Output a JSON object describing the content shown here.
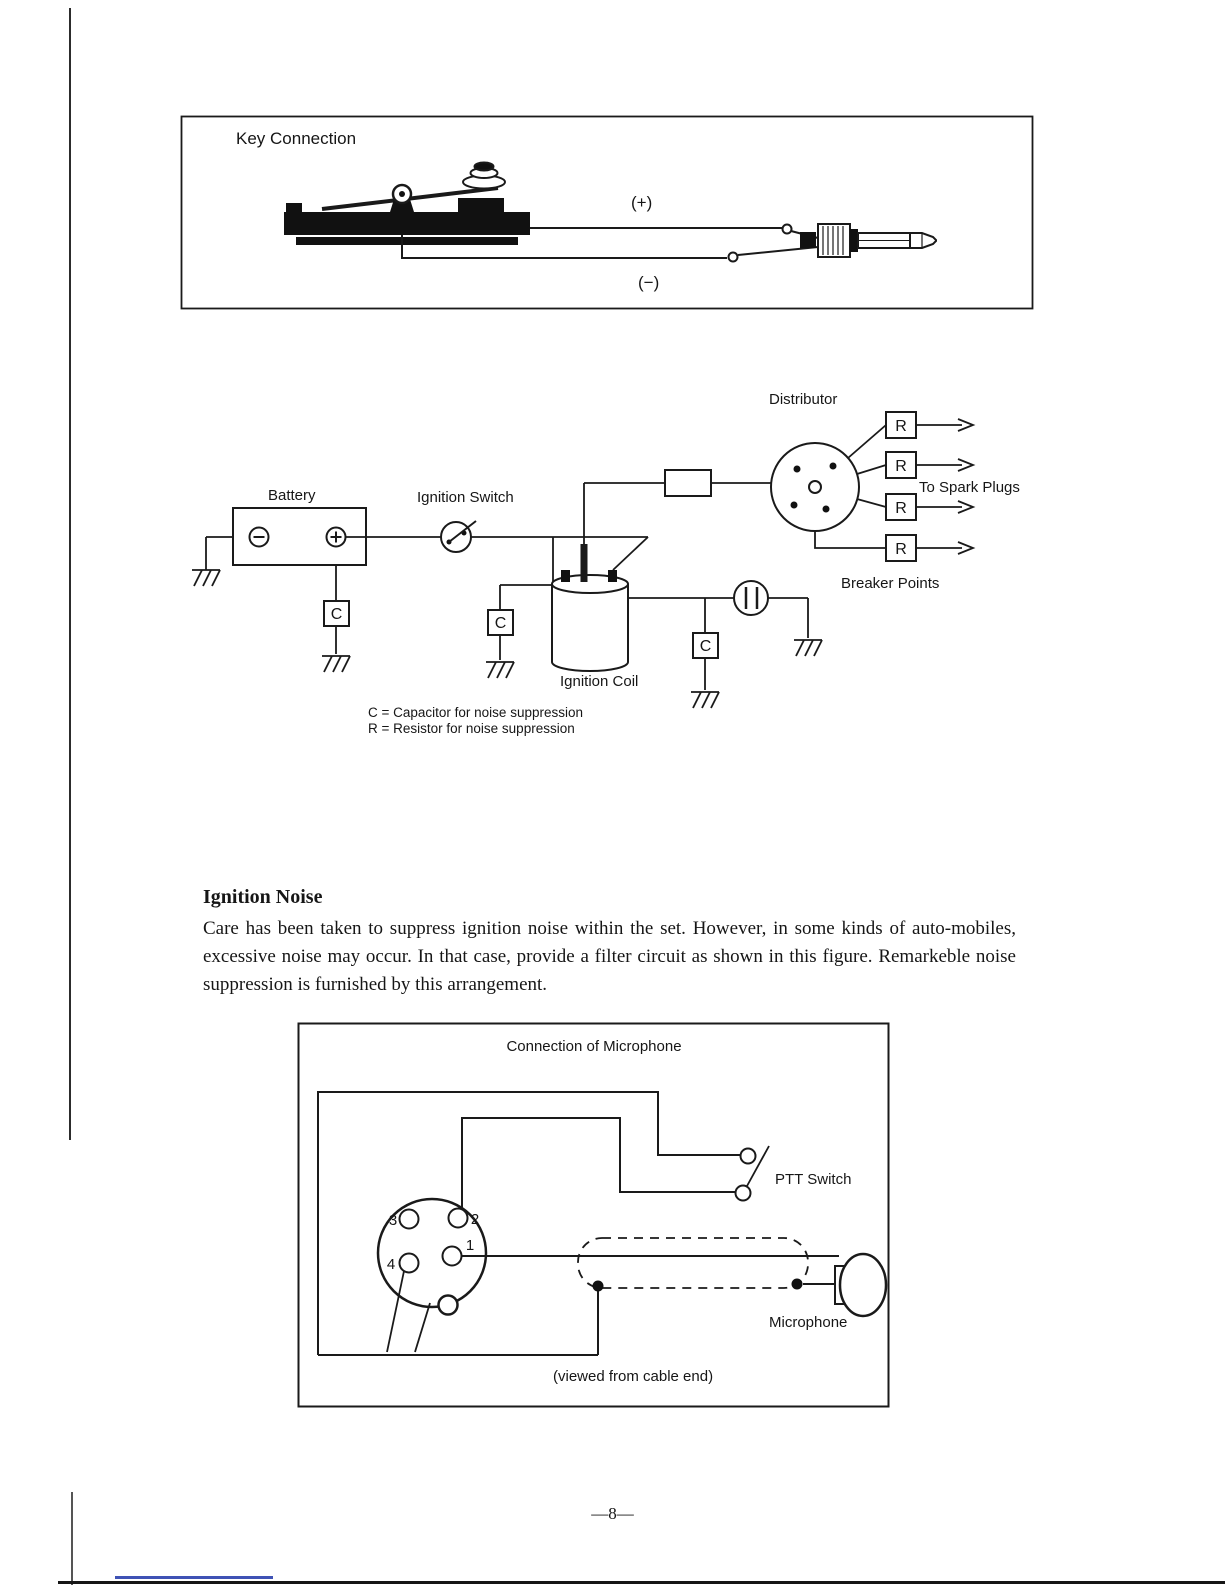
{
  "page": {
    "number": "—8—"
  },
  "key_connection": {
    "title": "Key Connection",
    "plus": "(+)",
    "minus": "(−)"
  },
  "ignition": {
    "distributor": "Distributor",
    "to_spark_plugs": "To Spark Plugs",
    "breaker_points": "Breaker Points",
    "battery": "Battery",
    "ignition_switch": "Ignition Switch",
    "ignition_coil": "Ignition Coil",
    "r": "R",
    "c": "C",
    "note_c": "C = Capacitor for noise suppression",
    "note_r": "R = Resistor for noise suppression"
  },
  "text": {
    "heading": "Ignition Noise",
    "body": "Care has been taken to suppress ignition noise within the set. However, in some kinds of auto-mobiles, excessive noise may occur. In that case, provide a filter circuit as shown in this figure. Remarkeble noise suppression is furnished by this arrangement."
  },
  "microphone": {
    "title": "Connection of Microphone",
    "ptt_switch": "PTT Switch",
    "microphone": "Microphone",
    "viewed": "(viewed from cable end)",
    "pin1": "1",
    "pin2": "2",
    "pin3": "3",
    "pin4": "4"
  }
}
